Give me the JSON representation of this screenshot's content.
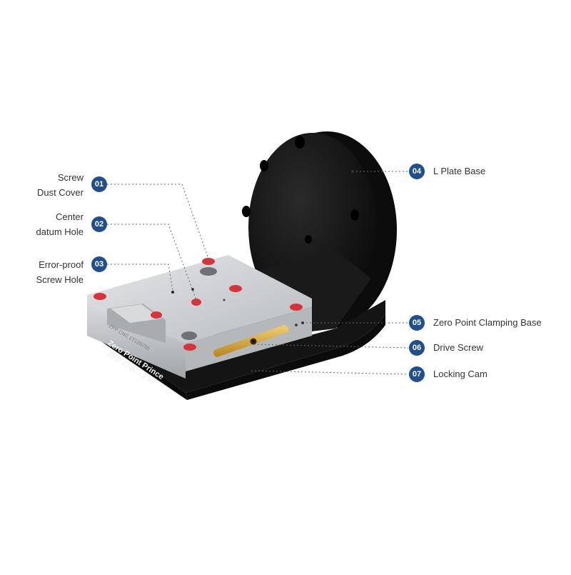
{
  "product": {
    "brand_line": "Zero Point Prince",
    "model_line": "ZPP CNC L255",
    "side_engraving": "ZPP CNC 1T13S755"
  },
  "callouts": [
    {
      "num": "01",
      "label_lines": [
        "Screw",
        "Dust Cover"
      ]
    },
    {
      "num": "02",
      "label_lines": [
        "Center",
        "datum Hole"
      ]
    },
    {
      "num": "03",
      "label_lines": [
        "Error-proof",
        "Screw Hole"
      ]
    },
    {
      "num": "04",
      "label": "L Plate Base"
    },
    {
      "num": "05",
      "label": "Zero Point Clamping Base"
    },
    {
      "num": "06",
      "label": "Drive Screw"
    },
    {
      "num": "07",
      "label": "Locking Cam"
    }
  ],
  "colors": {
    "badge": "#1f4f8f",
    "plate_black": "#141414",
    "steel": "#c9cbcd",
    "red_cover": "#d8323a",
    "brass_cam": "#d4a53a"
  }
}
